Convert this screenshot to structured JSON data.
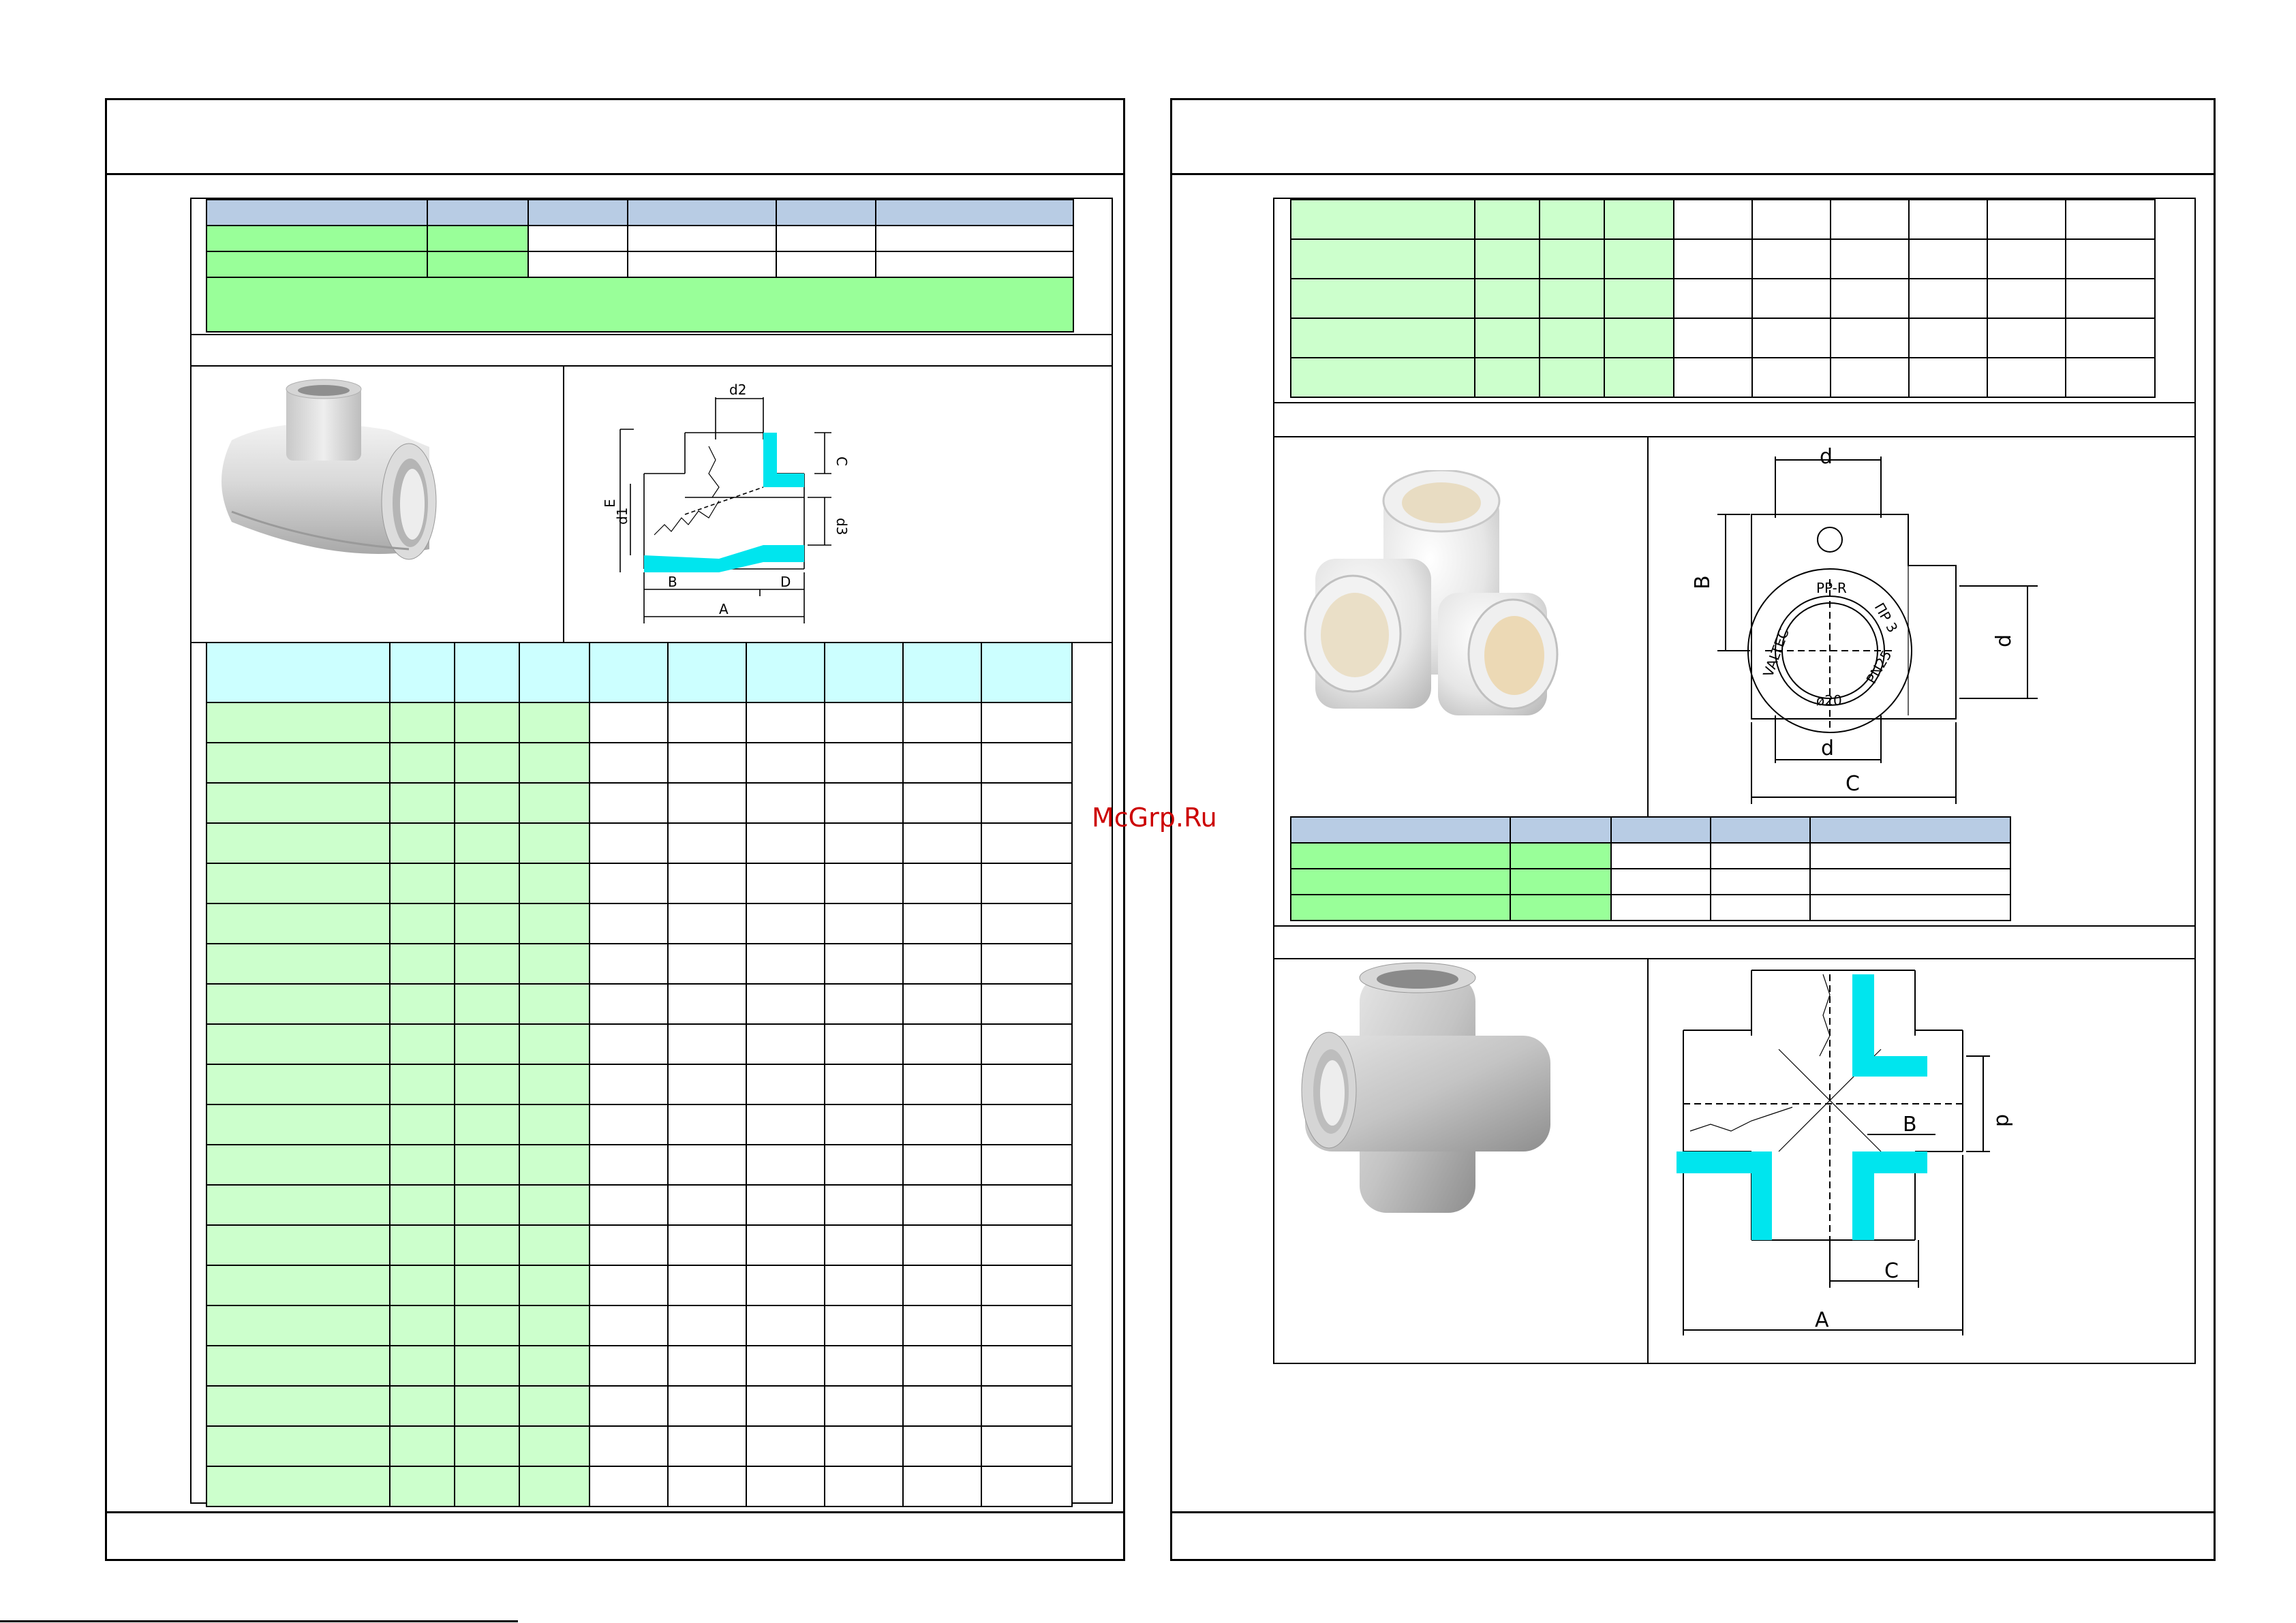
{
  "watermark": {
    "text": "McGrp.Ru",
    "color": "#cc0000"
  },
  "colors": {
    "header_blue": "#b8cce4",
    "header_cyan": "#ccffff",
    "green_dark": "#99ff99",
    "green_light": "#ccffcc",
    "highlight_cyan": "#00e5ee"
  },
  "left_page": {
    "top_table": {
      "rows": 3,
      "cols": 6,
      "has_merged_note_row": true
    },
    "reducing_tee_photo": {
      "icon": "reducing-tee-photo"
    },
    "reducing_tee_drawing": {
      "labels": {
        "d2": "d2",
        "c": "C",
        "e": "E",
        "d1": "d1",
        "d3": "d3",
        "b": "B",
        "d": "D",
        "a": "A"
      }
    },
    "dimension_table": {
      "header_rows": 1,
      "body_rows": 20,
      "cols": 10
    }
  },
  "right_page": {
    "top_table": {
      "rows": 5,
      "cols": 10
    },
    "side_elbow_tee_photo": {
      "icon": "three-way-elbow-photo"
    },
    "side_elbow_tee_drawing": {
      "labels": {
        "d_top": "d",
        "b": "B",
        "d_right": "d",
        "d_bottom": "d",
        "c": "C"
      },
      "ring_text": {
        "pp_r": "PP-R",
        "pn": "ПР 3",
        "valtec": "VALTEC",
        "pn25": "PN25",
        "size": "ø20"
      }
    },
    "mid_table": {
      "rows": 4,
      "cols": 5
    },
    "cross_photo": {
      "icon": "cross-fitting-photo"
    },
    "cross_drawing": {
      "labels": {
        "d": "d",
        "b": "B",
        "c": "C",
        "a": "A"
      }
    }
  }
}
